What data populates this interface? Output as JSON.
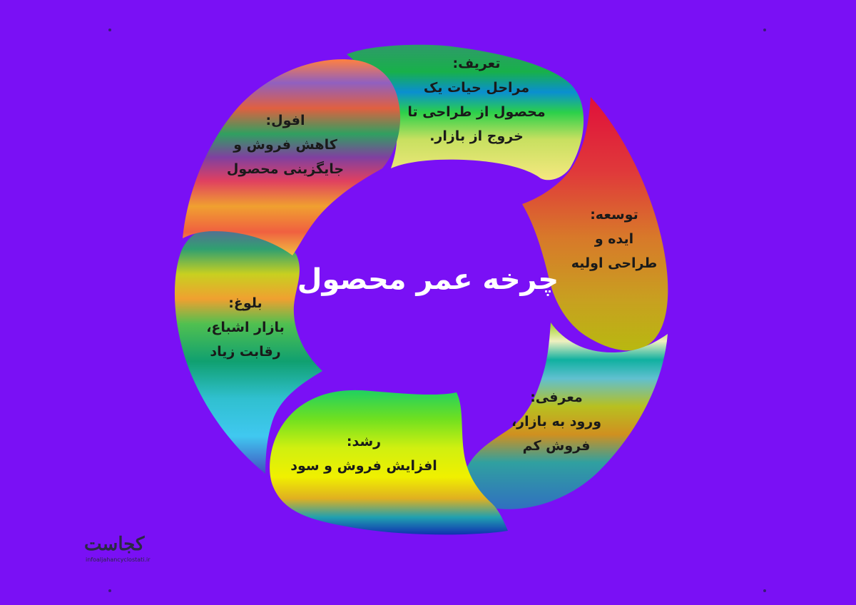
{
  "title": "چرخه عمر محصول",
  "stages": [
    {
      "id": "definition",
      "title": "تعریف:",
      "lines": [
        "مراحل حیات یک",
        "محصول از طراحی تا",
        "خروج از بازار."
      ]
    },
    {
      "id": "development",
      "title": "توسعه:",
      "lines": [
        "ایده و",
        "طراحی اولیه"
      ]
    },
    {
      "id": "introduction",
      "title": "معرفی:",
      "lines": [
        "ورود به بازار،",
        "فروش کم"
      ]
    },
    {
      "id": "growth",
      "title": "رشد:",
      "lines": [
        "افزایش فروش و سود"
      ]
    },
    {
      "id": "maturity",
      "title": "بلوغ:",
      "lines": [
        "بازار اشباع،",
        "رقابت زیاد"
      ]
    },
    {
      "id": "decline",
      "title": "افول:",
      "lines": [
        "کاهش فروش و",
        "جایگزینی محصول"
      ]
    }
  ],
  "logo": {
    "name": "کجاست",
    "url": "infoaljahancyclostati.ir"
  },
  "colors": {
    "background": "#7a10f5",
    "center_text": "#ffffff",
    "stage_text": "#1a1a1a"
  }
}
